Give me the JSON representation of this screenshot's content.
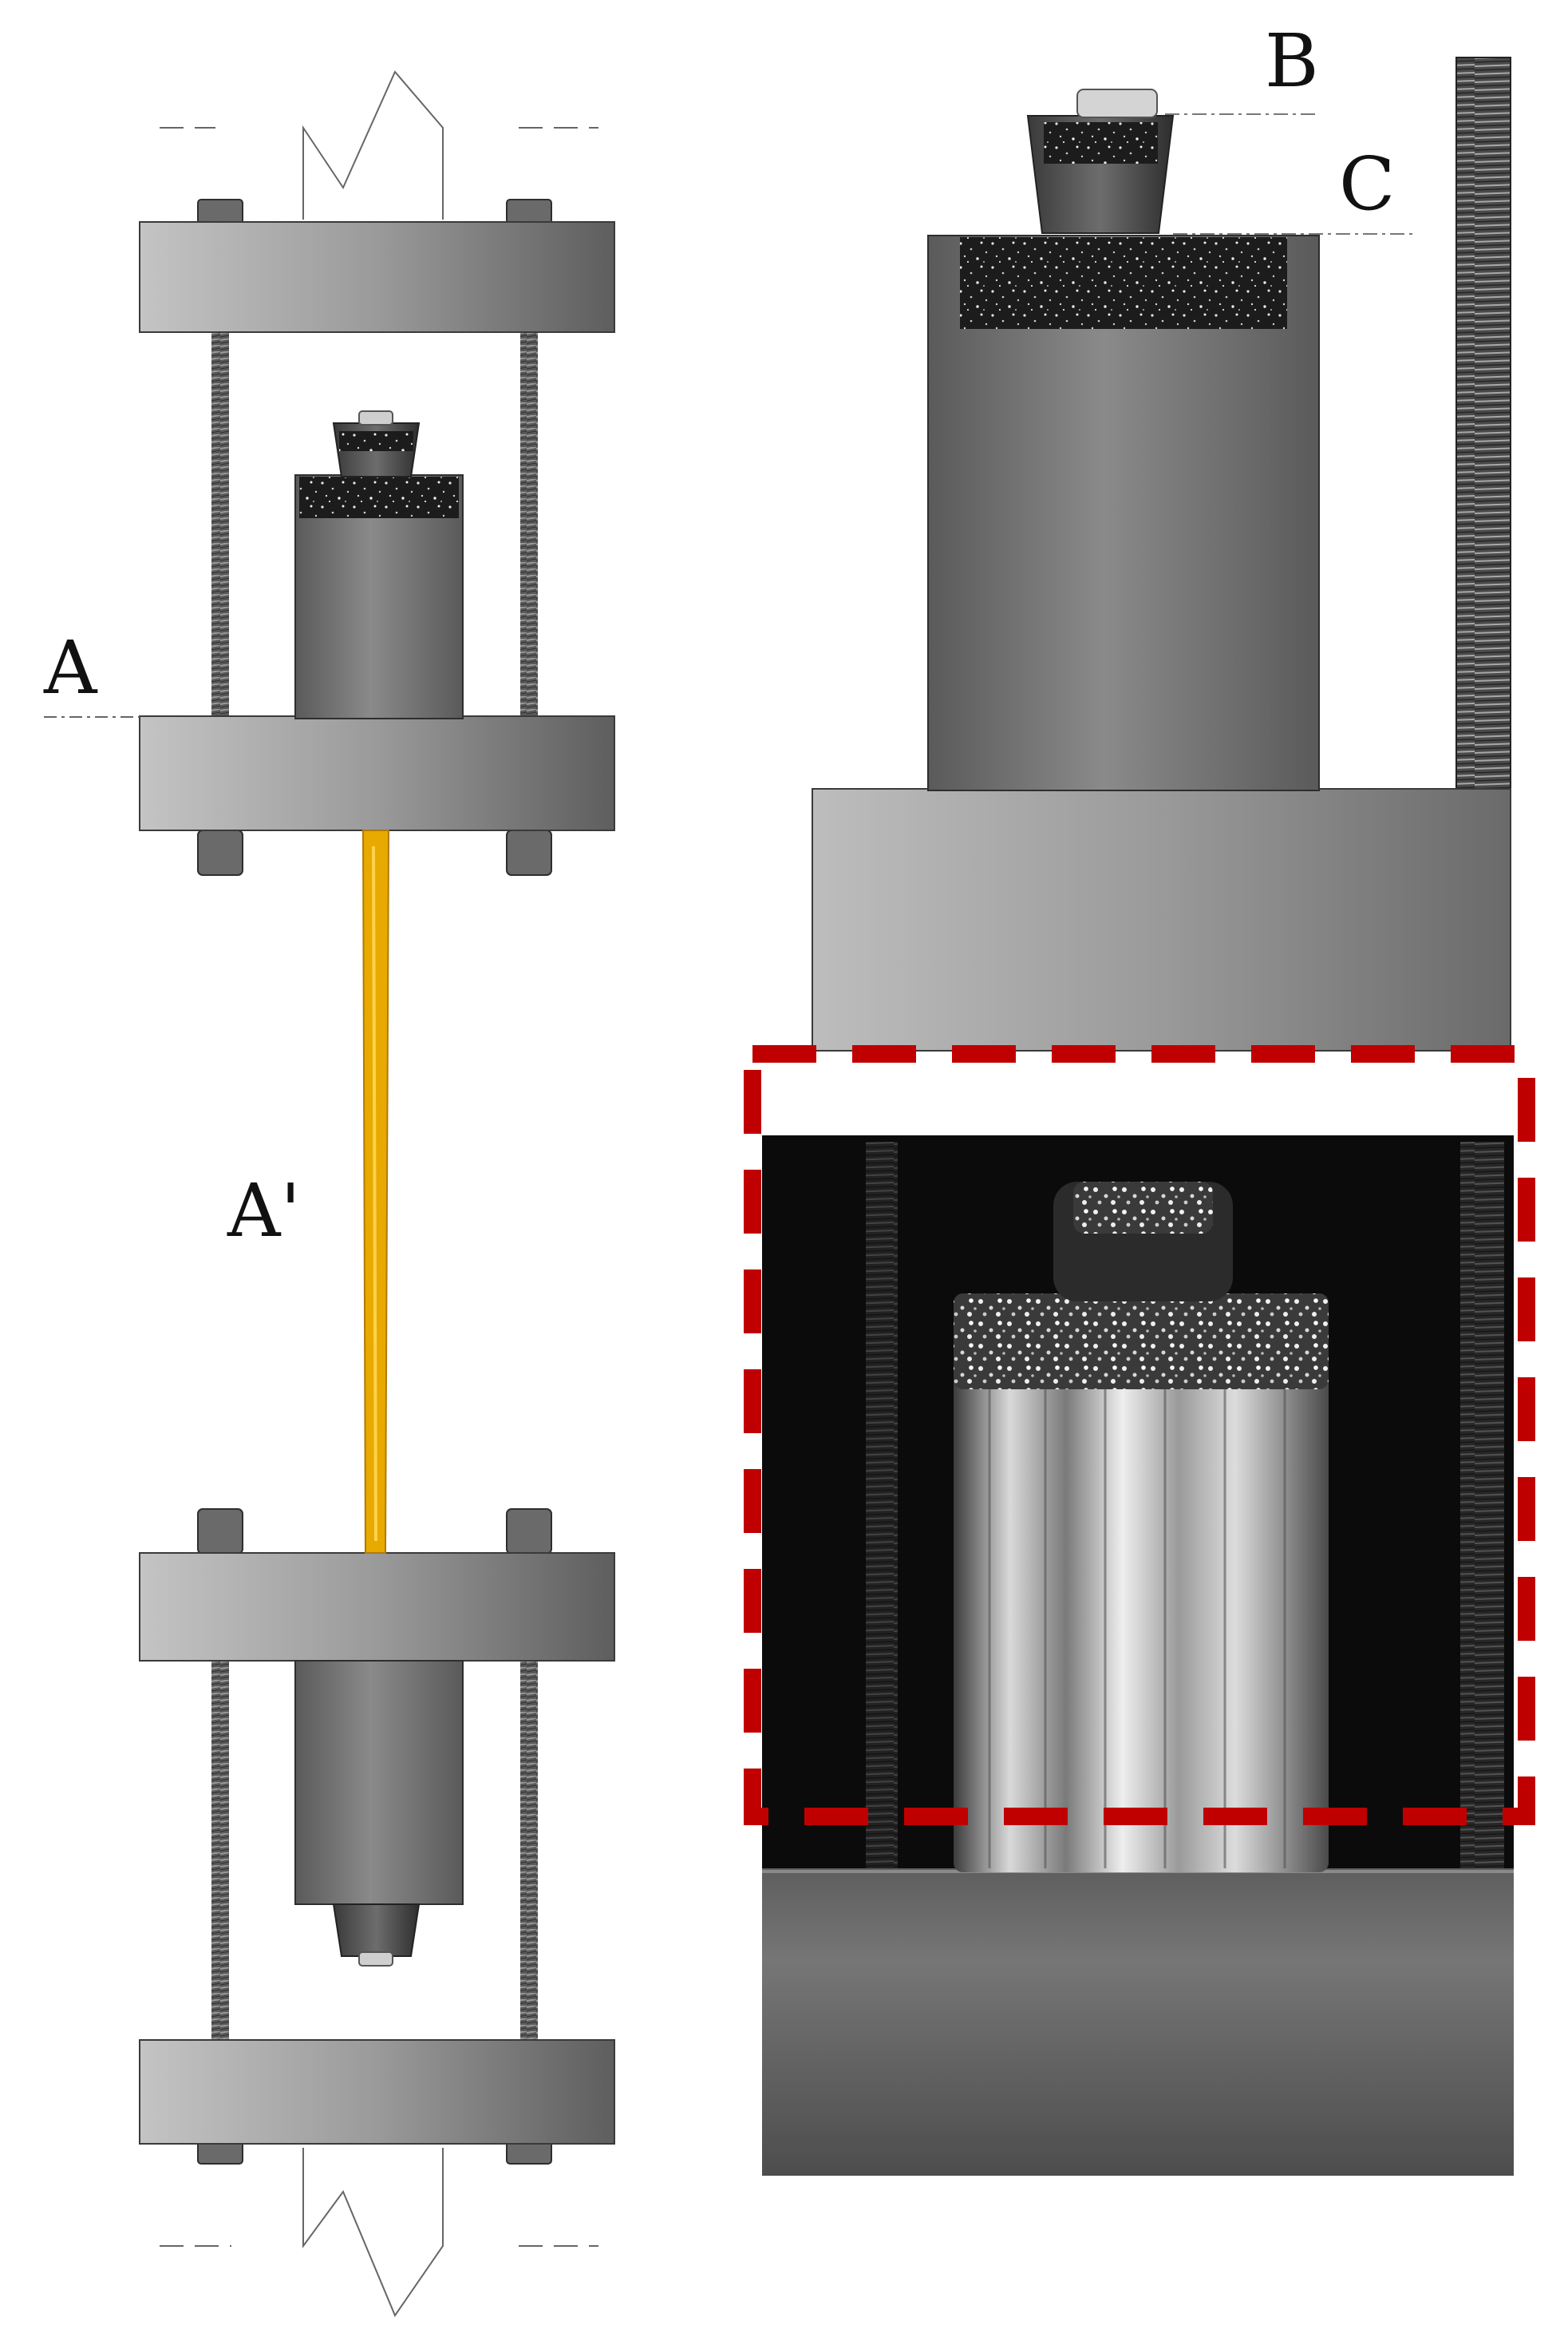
{
  "labels": {
    "a": "A",
    "a_prime": "A'",
    "b": "B",
    "c": "C"
  },
  "colors": {
    "steel_light": "#b9b9b9",
    "steel_dark": "#5f5f5f",
    "speckle": "#1a1a1a",
    "specimen": "#e8a900",
    "dashed_box": "#c00000",
    "photo_bg": "#0b0b0b"
  }
}
